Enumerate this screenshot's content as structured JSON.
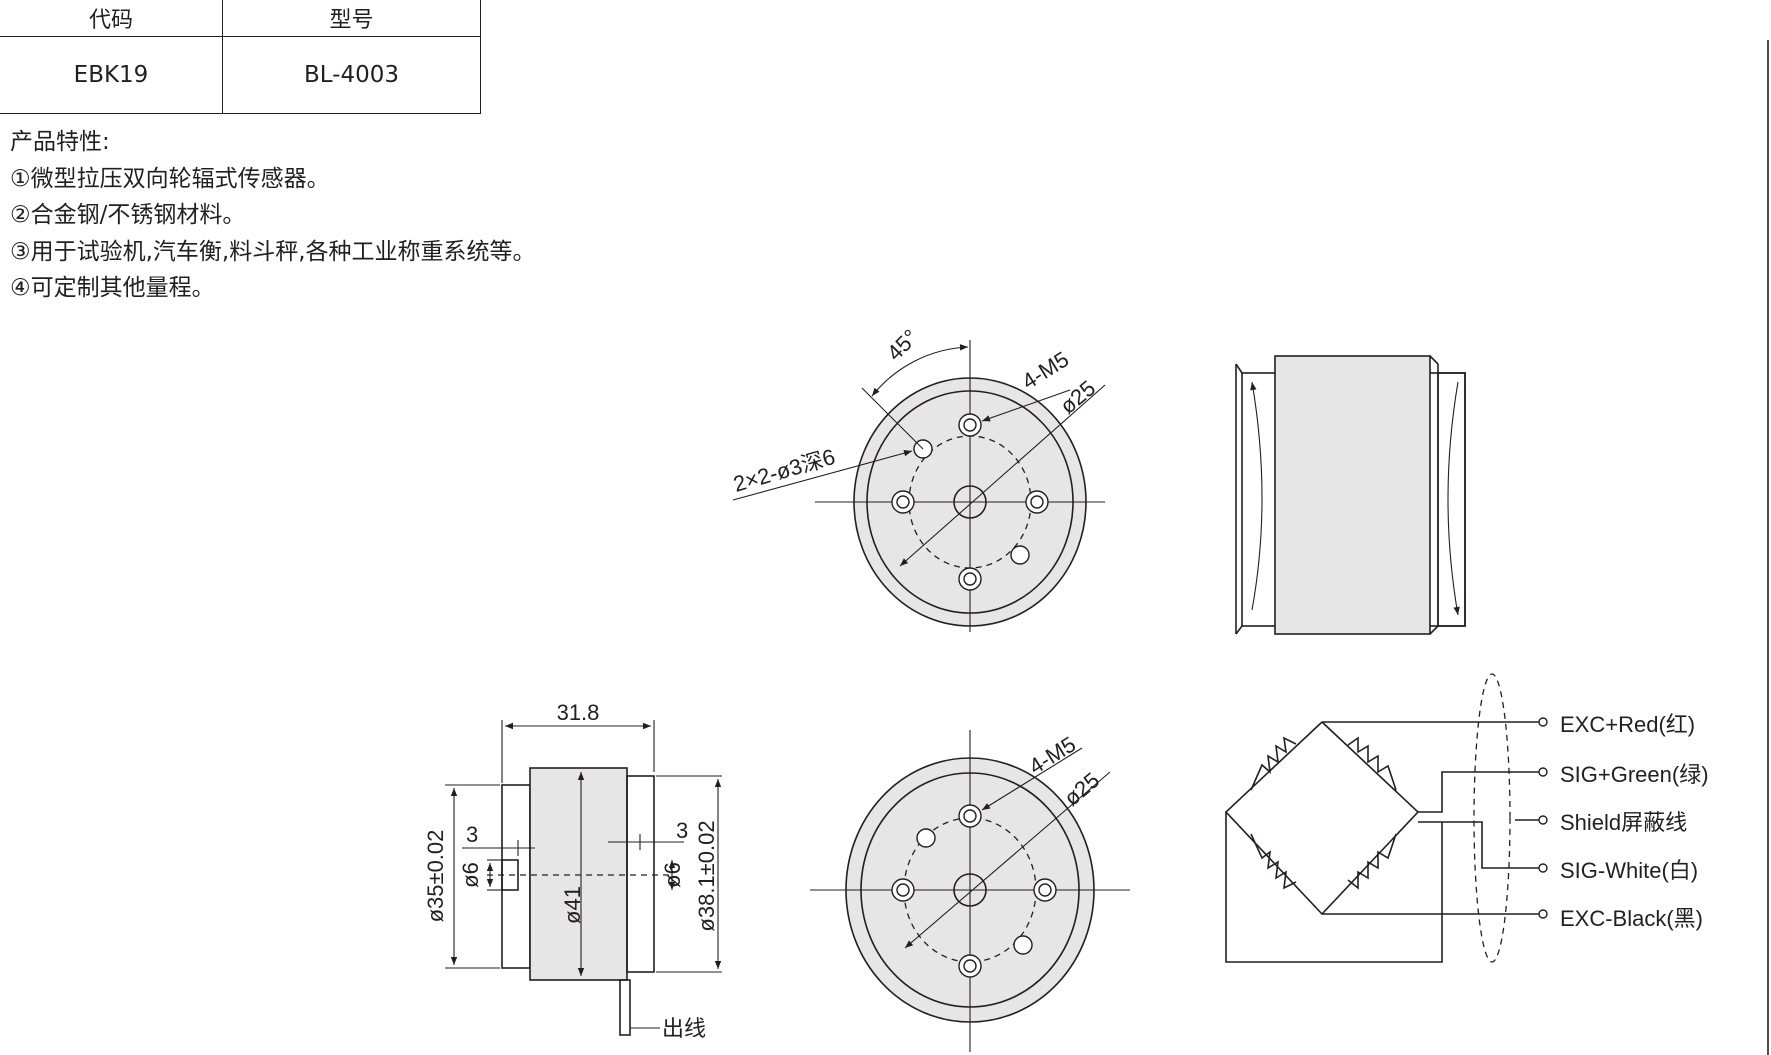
{
  "table": {
    "headers": [
      "代码",
      "型号"
    ],
    "rows": [
      [
        "EBK19",
        "BL-4003"
      ]
    ]
  },
  "features": {
    "title": "产品特性:",
    "items": [
      "①微型拉压双向轮辐式传感器。",
      "②合金钢/不锈钢材料。",
      "③用于试验机,汽车衡,料斗秤,各种工业称重系统等。",
      "④可定制其他量程。"
    ]
  },
  "top_view": {
    "angle": "45°",
    "thread": "4-M5",
    "pcd": "ø25",
    "pin_holes": "2×2-ø3深6"
  },
  "side_view": {
    "length": "31.8",
    "d_left": "ø35±0.02",
    "d_body": "ø41",
    "d_right": "ø38.1±0.02",
    "bore_left": "ø6",
    "bore_right": "ø6",
    "depth_left": "3",
    "depth_right": "3",
    "cable": "出线"
  },
  "bottom_view": {
    "thread": "4-M5",
    "pcd": "ø25"
  },
  "wiring": {
    "wires": [
      "EXC+Red(红)",
      "SIG+Green(绿)",
      "Shield屏蔽线",
      "SIG-White(白)",
      "EXC-Black(黑)"
    ]
  }
}
